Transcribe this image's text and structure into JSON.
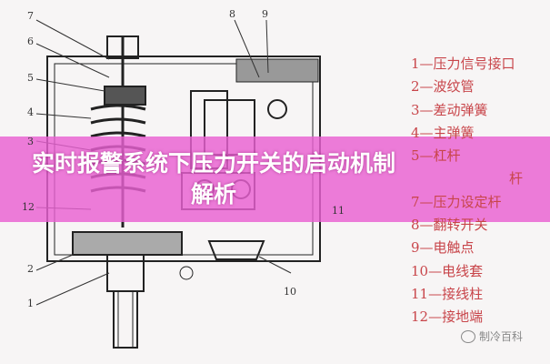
{
  "diagram": {
    "labels": [
      "7",
      "6",
      "5",
      "4",
      "3",
      "12",
      "2",
      "1",
      "8",
      "9",
      "11",
      "10"
    ],
    "legend": [
      "1—压力信号接口",
      "2—波纹管",
      "3—差动弹簧",
      "4—主弹簧",
      "5—杠杆",
      "杆",
      "7—压力设定杆",
      "8—翻转开关",
      "9—电触点",
      "10—电线套",
      "11—接线柱",
      "12—接地端"
    ]
  },
  "overlay": {
    "title": "实时报警系统下压力开关的启动机制解析",
    "color": "#e960d2"
  },
  "watermark": {
    "text": "制冷百科"
  }
}
